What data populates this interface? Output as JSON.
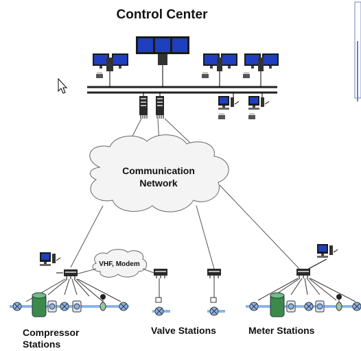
{
  "title": "Control Center",
  "network_label_line1": "Communication",
  "network_label_line2": "Network",
  "radio_label": "VHF, Modem",
  "stations": {
    "compressor_line1": "Compressor",
    "compressor_line2": "Stations",
    "valve": "Valve Stations",
    "meter": "Meter Stations"
  },
  "colors": {
    "screen": "#1f3fbf",
    "monitor_frame": "#1a1a1a",
    "pipe": "#8ab4e8",
    "tank": "#3c8a4a",
    "cloud_fill": "#f4f4f4",
    "cloud_stroke": "#666666",
    "side_panel": "#6f7fbf",
    "bus": "#222222"
  }
}
